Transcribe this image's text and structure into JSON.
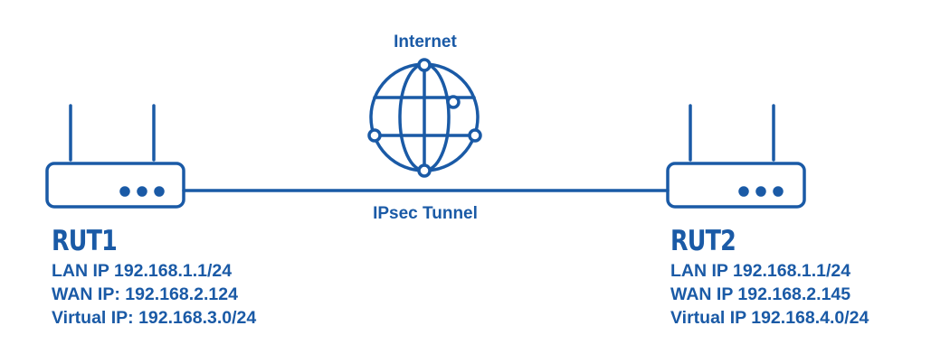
{
  "internet": {
    "label": "Internet",
    "icon": "globe-icon"
  },
  "tunnel": {
    "label": "IPsec Tunnel"
  },
  "routers": [
    {
      "name": "RUT1",
      "icon": "router-icon",
      "lan": "LAN IP 192.168.1.1/24",
      "wan": "WAN IP: 192.168.2.124",
      "virtual": "Virtual IP: 192.168.3.0/24"
    },
    {
      "name": "RUT2",
      "icon": "router-icon",
      "lan": "LAN IP 192.168.1.1/24",
      "wan": "WAN IP 192.168.2.145",
      "virtual": "Virtual IP 192.168.4.0/24"
    }
  ],
  "colors": {
    "primary": "#1a5aa6",
    "background": "#ffffff"
  }
}
